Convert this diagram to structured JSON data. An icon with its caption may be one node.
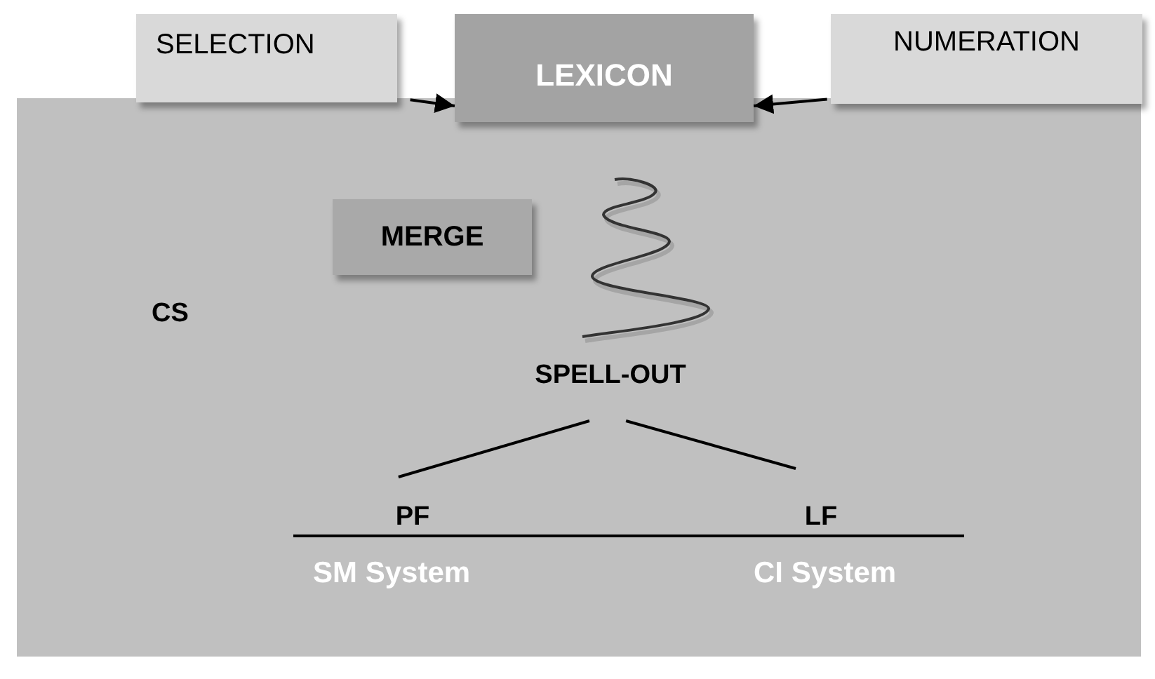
{
  "diagram": {
    "nodes": [
      {
        "text": [
          "CS"
        ]
      },
      {
        "text": [
          "SELECTION"
        ]
      },
      {
        "text": [
          "LEXICON"
        ]
      },
      {
        "text": [
          "NUMERATION"
        ]
      },
      {
        "text": [
          "MERGE"
        ],
        "in": 0
      },
      {
        "text": [
          "SPELL-OUT"
        ],
        "in": 0
      },
      {
        "text": [
          "PF"
        ],
        "in": 0
      },
      {
        "text": [
          "LF"
        ],
        "in": 0
      }
    ],
    "edges": [
      {
        "from": 1,
        "to": 2,
        "arrow": "to"
      },
      {
        "from": 3,
        "to": 2,
        "arrow": "to"
      },
      {
        "from": 5,
        "to": 6,
        "arrow": "none"
      },
      {
        "from": 5,
        "to": 7,
        "arrow": "none"
      }
    ],
    "labels": [
      "SM System",
      "CI System"
    ]
  }
}
